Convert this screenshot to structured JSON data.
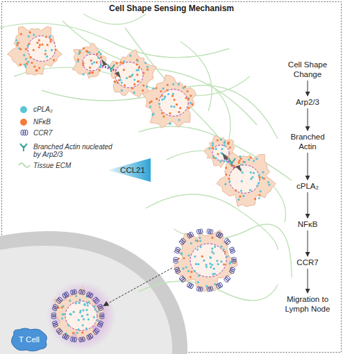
{
  "diagram": {
    "title": "Cell Shape Sensing Mechanism",
    "nodes": [
      {
        "text": [
          "Cell Shape Change"
        ]
      },
      {
        "text": [
          "Arp2/3"
        ]
      },
      {
        "text": [
          "Branched Actin"
        ]
      },
      {
        "text": [
          "cPLA₂"
        ]
      },
      {
        "text": [
          "NFκB"
        ]
      },
      {
        "text": [
          "CCR7"
        ]
      },
      {
        "text": [
          "Migration to Lymph Node"
        ]
      },
      {
        "text": [
          "CCL21"
        ]
      },
      {
        "text": [
          "T Cell"
        ]
      }
    ],
    "edges": [
      {
        "from": 0,
        "to": 1,
        "arrow": "to"
      },
      {
        "from": 1,
        "to": 2,
        "arrow": "to"
      },
      {
        "from": 2,
        "to": 3,
        "arrow": "to"
      },
      {
        "from": 3,
        "to": 4,
        "arrow": "to"
      },
      {
        "from": 4,
        "to": 5,
        "arrow": "to"
      },
      {
        "from": 5,
        "to": 6,
        "arrow": "to"
      }
    ],
    "legend": [
      {
        "text": "cPLA₂",
        "color": "#5bc5d6"
      },
      {
        "text": "NFκB",
        "color": "#f47b3b"
      },
      {
        "text": "CCR7"
      },
      {
        "text": "Branched Actin nucleated by Arp2/3"
      },
      {
        "text": "Tissue ECM"
      }
    ]
  }
}
